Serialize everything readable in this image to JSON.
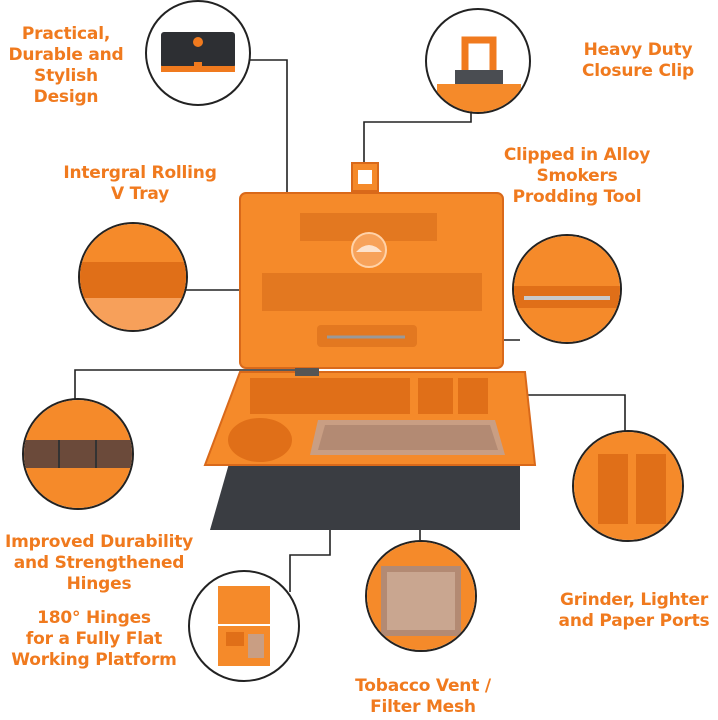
{
  "labels": {
    "design": [
      "Practical,",
      "Durable and",
      "Stylish",
      "Design"
    ],
    "clip": [
      "Heavy Duty",
      "Closure Clip"
    ],
    "tray": [
      "Intergral Rolling",
      "V Tray"
    ],
    "tool": [
      "Clipped in Alloy",
      "Smokers",
      "Prodding Tool"
    ],
    "durable": [
      "Improved Durability",
      "and  Strengthened",
      "Hinges"
    ],
    "hinges": [
      "180° Hinges",
      "for a Fully Flat",
      "Working Platform"
    ],
    "ports": [
      "Grinder, Lighter",
      "and Paper Ports"
    ],
    "vent": [
      "Tobacco Vent /",
      "Filter Mesh"
    ]
  },
  "colors": {
    "accent": "#f07a1e",
    "orange_body": "#f58a2a",
    "orange_dark": "#d9691a",
    "grey_case": "#3a3d42",
    "line": "#222222"
  },
  "icons": {
    "logo": "smoking-tin-logo-icon"
  }
}
